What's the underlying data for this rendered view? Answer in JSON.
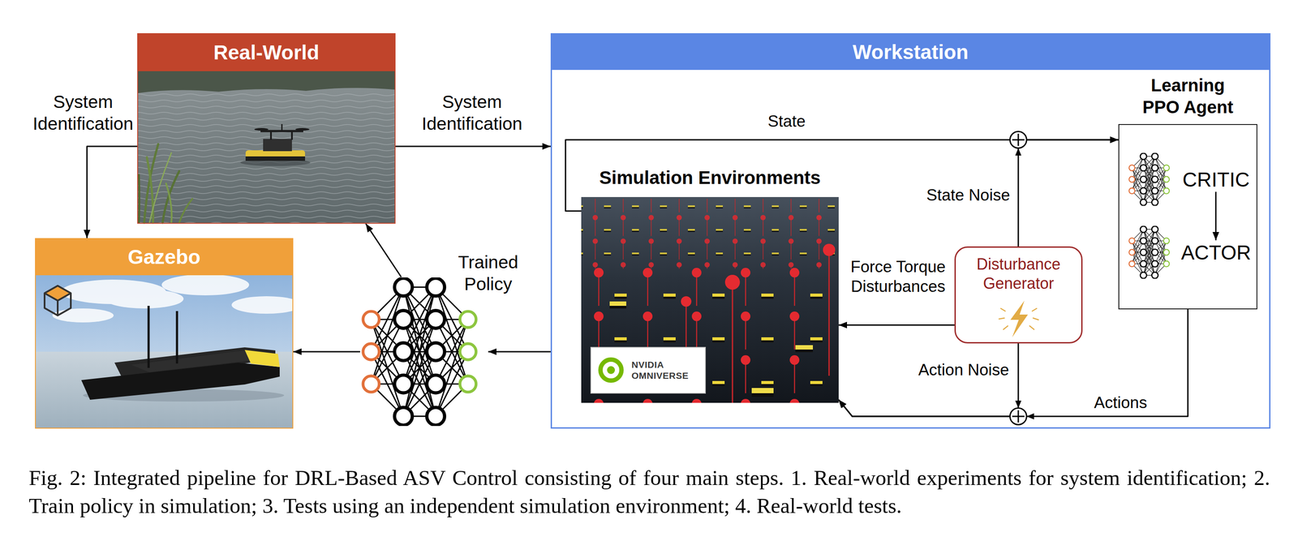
{
  "diagram": {
    "caption": "Fig. 2: Integrated pipeline for DRL-Based ASV Control consisting of four main steps. 1. Real-world experiments for system identification; 2. Train policy in simulation; 3. Tests using an independent simulation environment; 4. Real-world tests.",
    "nodes": [
      {
        "text": [
          "Real-World"
        ]
      },
      {
        "text": [
          "Workstation"
        ]
      },
      {
        "text": [
          "Simulation Environments"
        ],
        "in": 1
      },
      {
        "text": [
          "Learning PPO Agent"
        ],
        "in": 1
      },
      {
        "text": [
          "CRITIC"
        ],
        "in": 3
      },
      {
        "text": [
          "ACTOR"
        ],
        "in": 3
      },
      {
        "text": [
          "Disturbance Generator"
        ],
        "in": 1
      },
      {
        "text": [
          "Gazebo"
        ]
      },
      {
        "text": [
          "Trained Policy"
        ]
      }
    ],
    "edges": [
      {
        "from": 0,
        "to": 7,
        "label": "System Identification",
        "arrow": "to"
      },
      {
        "from": 0,
        "to": 1,
        "label": "System Identification",
        "arrow": "to"
      },
      {
        "from": 2,
        "to": 3,
        "label": "State",
        "arrow": "to"
      },
      {
        "from": 6,
        "to": 3,
        "label": "State Noise",
        "arrow": "to"
      },
      {
        "from": 6,
        "to": 2,
        "label": "Force Torque Disturbances",
        "arrow": "to"
      },
      {
        "from": 6,
        "to": 2,
        "label": "Action Noise",
        "arrow": "to"
      },
      {
        "from": 3,
        "to": 2,
        "label": "Actions",
        "arrow": "to"
      },
      {
        "from": 4,
        "to": 5,
        "arrow": "to"
      },
      {
        "from": 1,
        "to": 8,
        "arrow": "to"
      },
      {
        "from": 8,
        "to": 7,
        "arrow": "to"
      },
      {
        "from": 8,
        "to": 0,
        "arrow": "to"
      }
    ],
    "labels": [
      "NVIDIA OMNIVERSE"
    ]
  }
}
